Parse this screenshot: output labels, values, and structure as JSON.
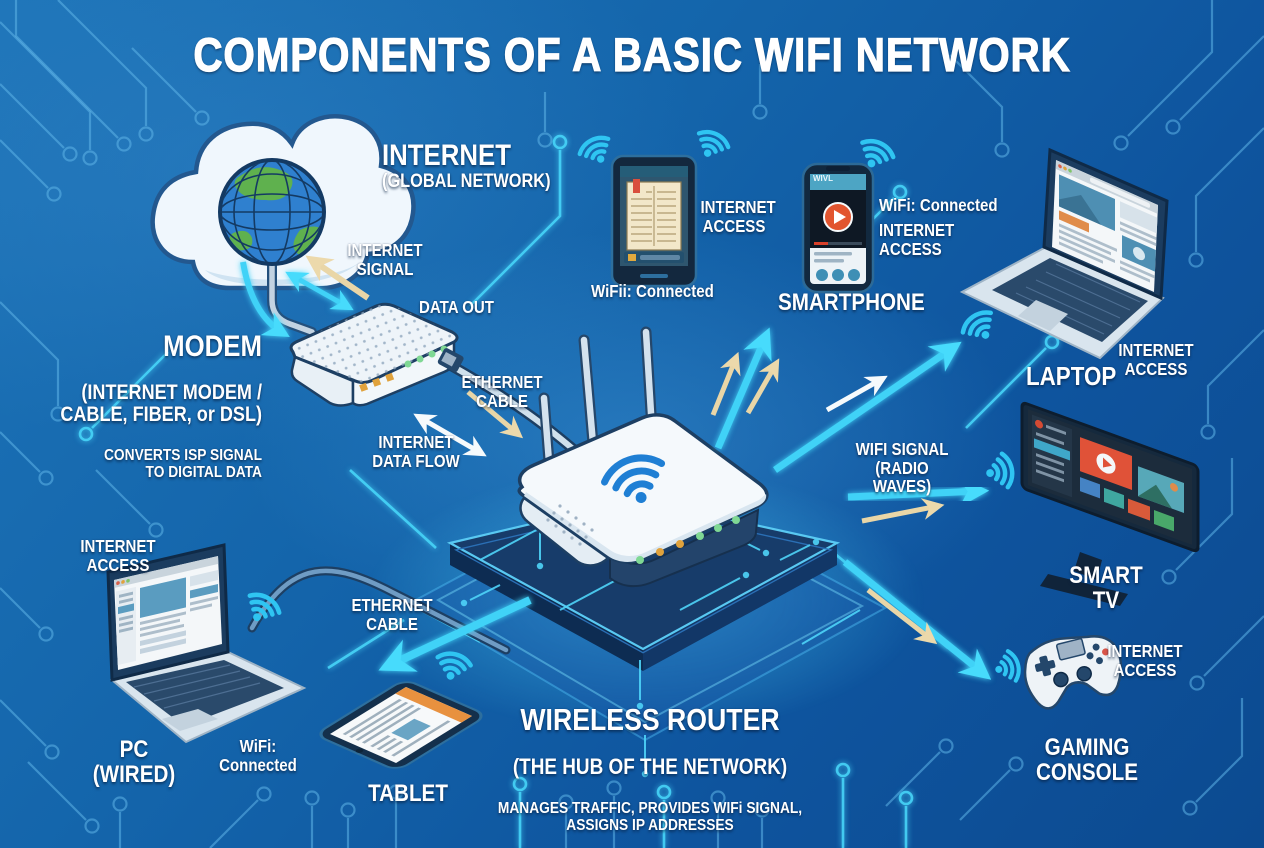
{
  "title": "COMPONENTS OF A BASIC WIFI NETWORK",
  "colors": {
    "background_blue": "#1465ab",
    "accent_cyan": "#3fd2f7",
    "accent_tan": "#e9d6a7",
    "trace_blue": "#5fb4e8",
    "device_navy": "#15304e",
    "led_green": "#7fd894",
    "led_orange": "#e0a23c"
  },
  "icons": {
    "cloud": "cloud-icon",
    "globe": "globe-icon",
    "wifi": "wifi-arcs-icon",
    "gamepad": "gamepad-icon",
    "play": "play-icon"
  },
  "nodes": {
    "internet": {
      "title": "INTERNET",
      "subtitle": "(GLOBAL NETWORK)"
    },
    "modem": {
      "title": "MODEM",
      "subtitle": "(INTERNET MODEM /\nCABLE, FIBER, or DSL)",
      "description": "CONVERTS ISP SIGNAL\nTO DIGITAL DATA"
    },
    "router": {
      "title": "WIRELESS ROUTER",
      "subtitle": "(THE HUB OF THE NETWORK)",
      "description": "MANAGES TRAFFIC, PROVIDES WIFi SIGNAL,\nASSIGNS IP ADDRESSES"
    },
    "ereader": {
      "status": "WiFii: Connected",
      "access": "INTERNET\nACCESS"
    },
    "smartphone": {
      "title": "SMARTPHONE",
      "status": "WiFi: Connected",
      "access": "INTERNET\nACCESS",
      "screen_app_title": "WIVL"
    },
    "laptop": {
      "title": "LAPTOP",
      "access": "INTERNET\nACCESS"
    },
    "smart_tv": {
      "title": "SMART TV"
    },
    "gaming_console": {
      "title": "GAMING CONSOLE",
      "access": "INTERNET\nACCESS"
    },
    "pc": {
      "title": "PC\n(WIRED)",
      "status": "WiFi:\nConnected",
      "access": "INTERNET\nACCESS"
    },
    "tablet": {
      "title": "TABLET"
    }
  },
  "connections": {
    "internet_signal": "INTERNET\nSIGNAL",
    "data_out": "DATA OUT",
    "ethernet_cable_modem": "ETHERNET\nCABLE",
    "internet_data_flow": "INTERNET\nDATA FLOW",
    "wifi_signal": "WIFI SIGNAL\n(RADIO WAVES)",
    "ethernet_cable_pc": "ETHERNET\nCABLE"
  }
}
